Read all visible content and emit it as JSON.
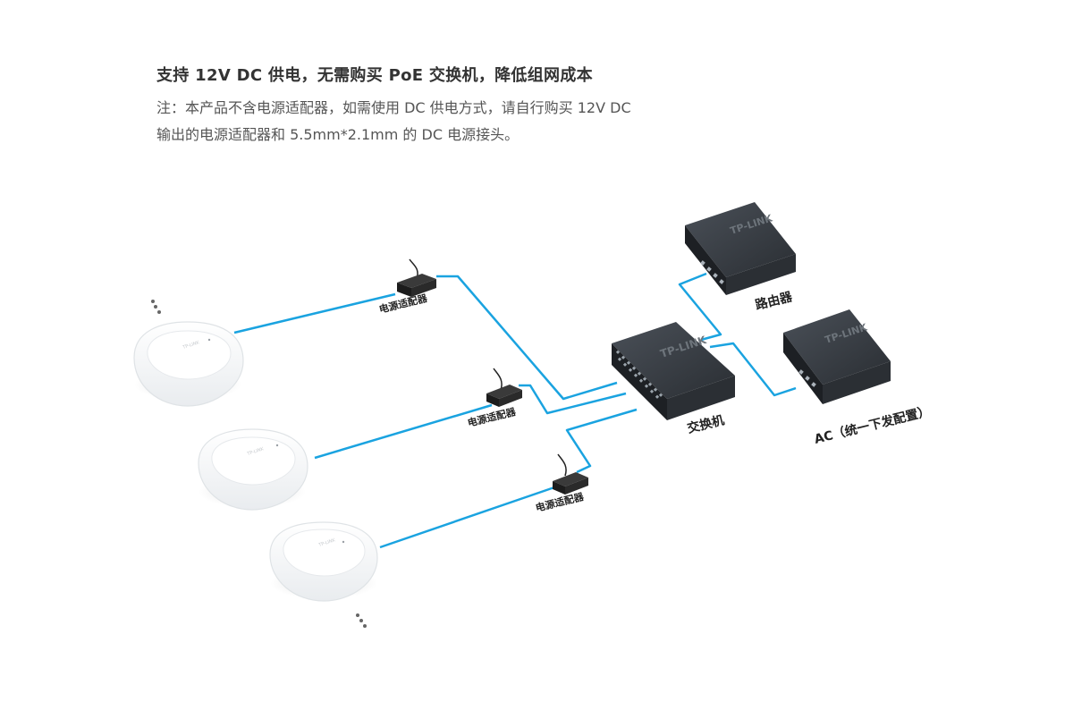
{
  "header": {
    "headline": "支持 12V DC 供电，无需购买 PoE 交换机，降低组网成本",
    "note_line_1": "注：本产品不含电源适配器，如需使用 DC 供电方式，请自行购买 12V DC",
    "note_line_2": "输出的电源适配器和 5.5mm*2.1mm 的 DC 电源接头。"
  },
  "diagram": {
    "adapter_label": "电源适配器",
    "switch_label": "交换机",
    "router_label": "路由器",
    "ac_label": "AC（统一下发配置）",
    "brand_text": "TP-LINK",
    "link_color": "#1aa3e0"
  }
}
